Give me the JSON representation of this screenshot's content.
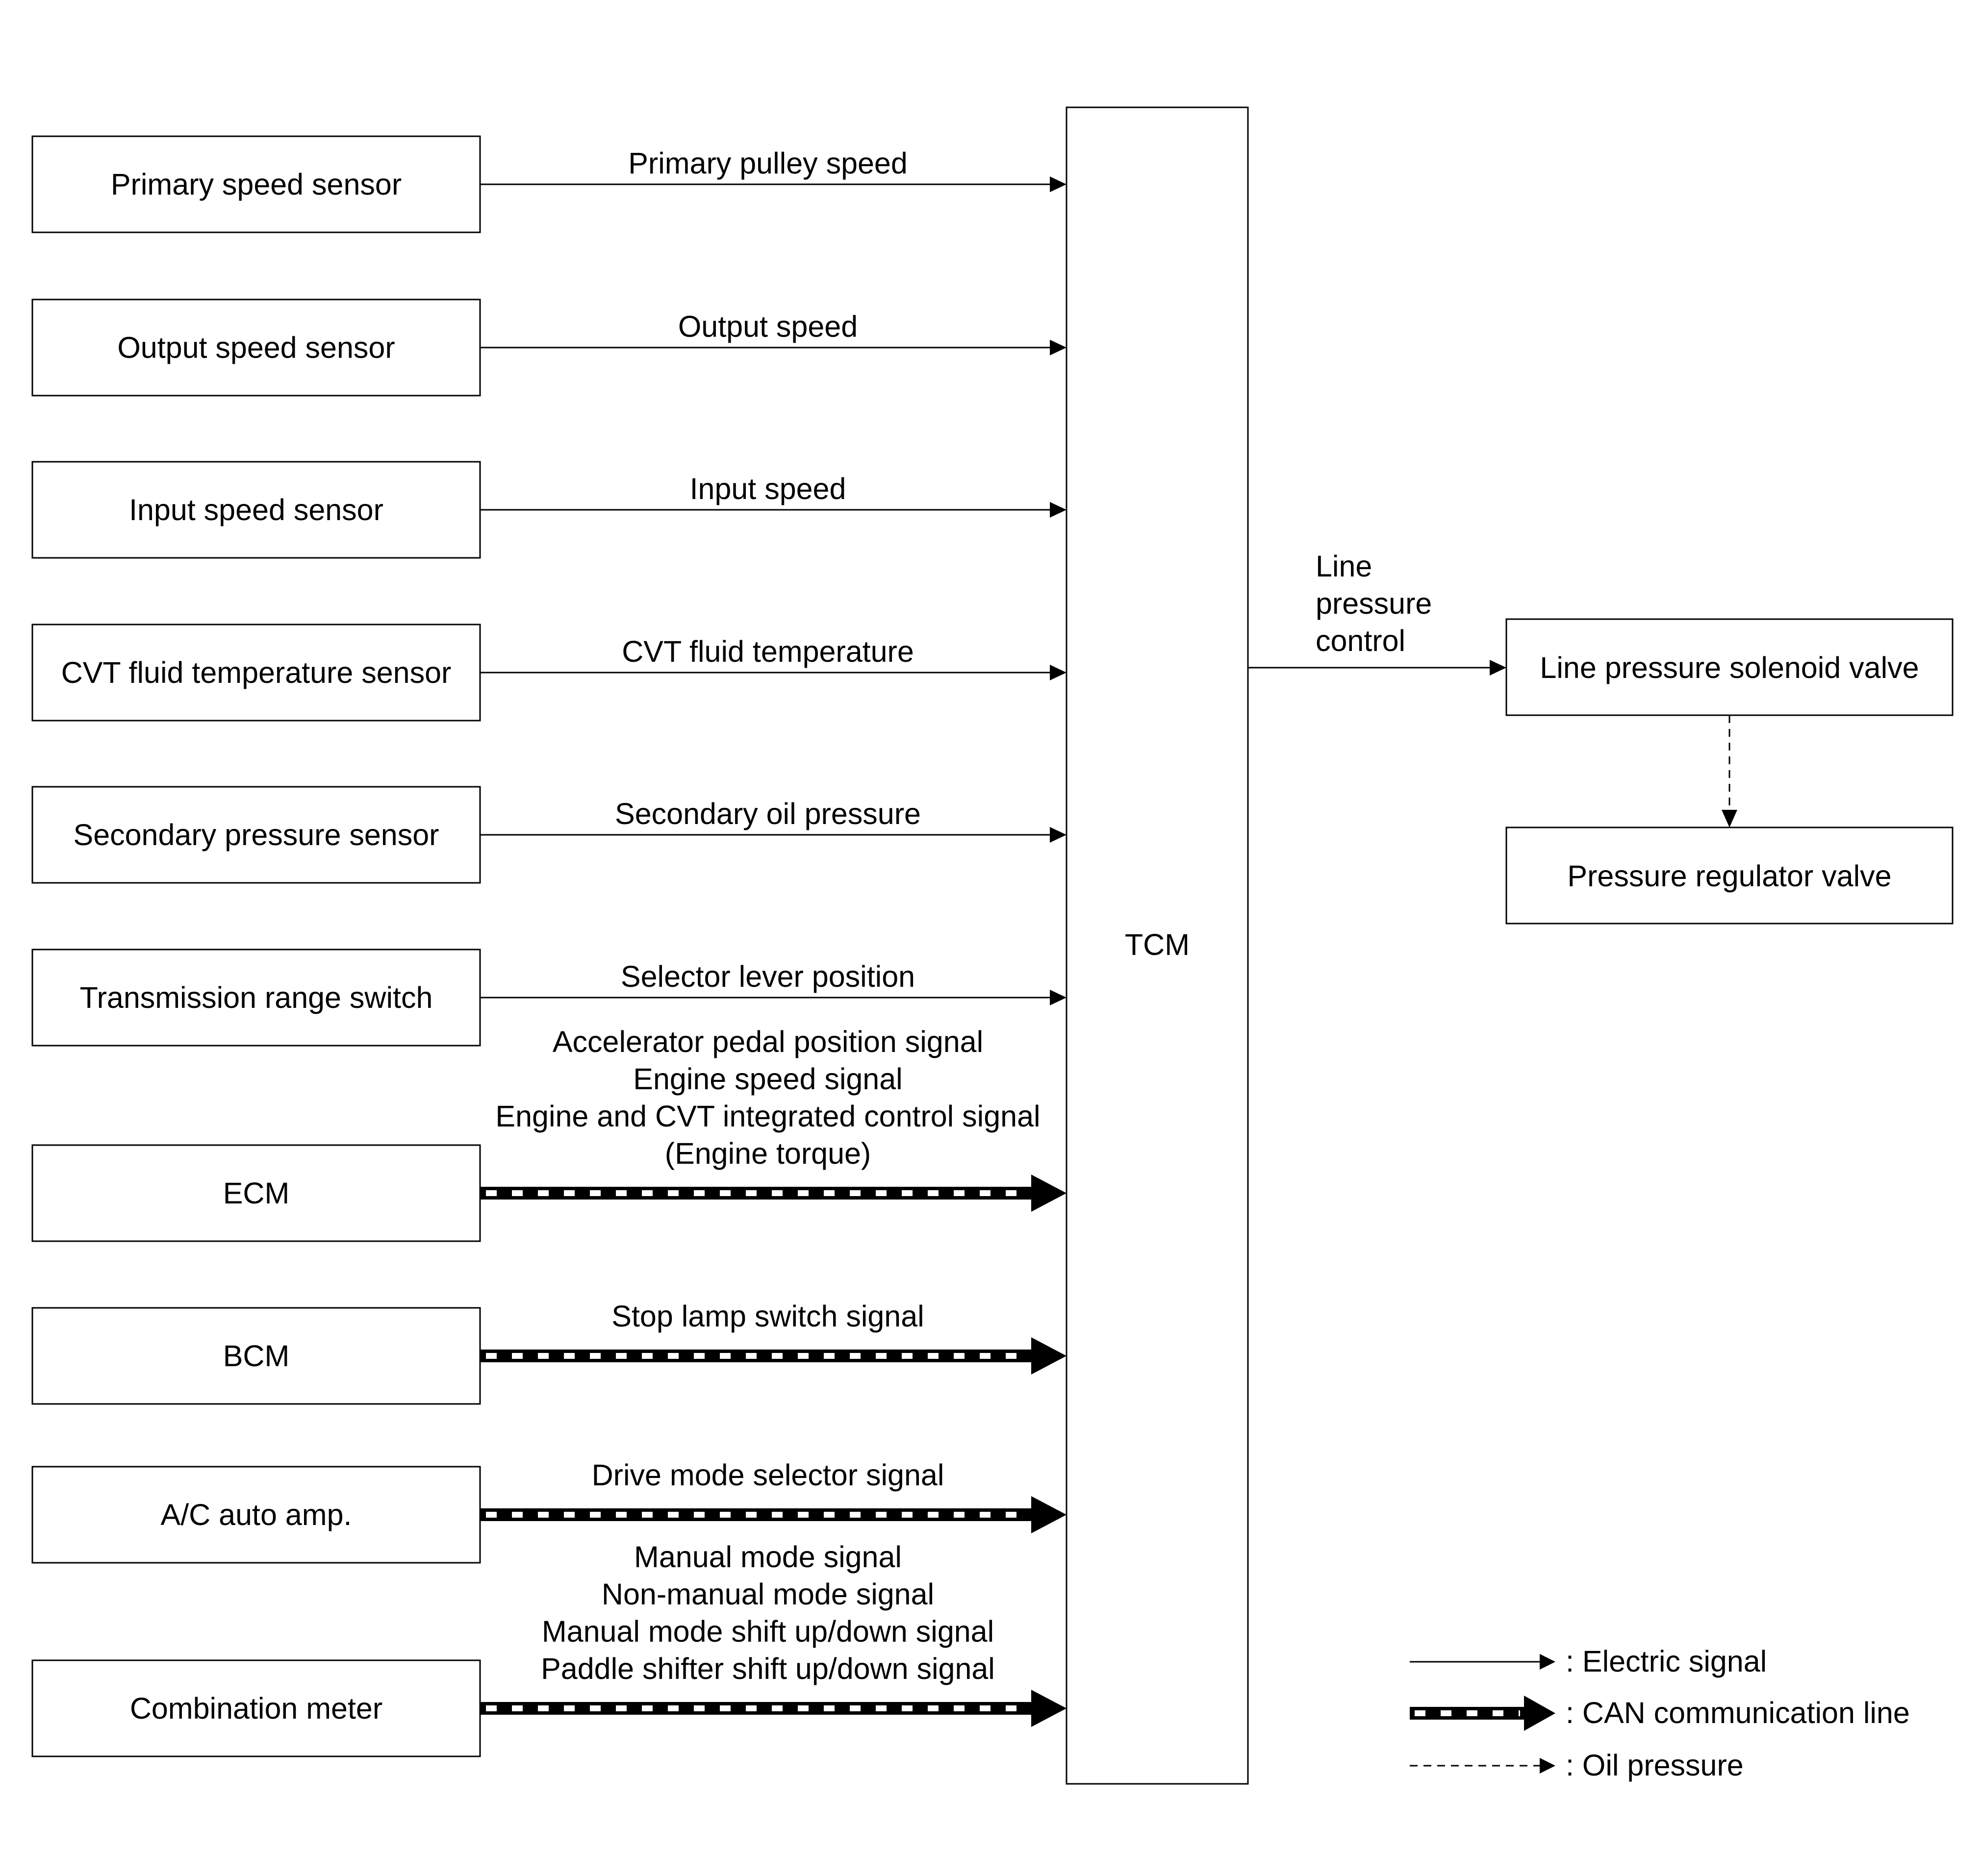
{
  "inputs": [
    {
      "id": "primary",
      "label": "Primary speed sensor",
      "signal": [
        "Primary pulley speed"
      ],
      "line": "electric"
    },
    {
      "id": "output",
      "label": "Output speed sensor",
      "signal": [
        "Output speed"
      ],
      "line": "electric"
    },
    {
      "id": "input",
      "label": "Input speed sensor",
      "signal": [
        "Input speed"
      ],
      "line": "electric"
    },
    {
      "id": "cvt-temp",
      "label": "CVT fluid temperature sensor",
      "signal": [
        "CVT fluid temperature"
      ],
      "line": "electric"
    },
    {
      "id": "sec-pressure",
      "label": "Secondary pressure sensor",
      "signal": [
        "Secondary oil pressure"
      ],
      "line": "electric"
    },
    {
      "id": "range-switch",
      "label": "Transmission range switch",
      "signal": [
        "Selector lever position"
      ],
      "line": "electric"
    },
    {
      "id": "ecm",
      "label": "ECM",
      "signal": [
        "Accelerator pedal position signal",
        "Engine speed signal",
        "Engine and CVT integrated control signal",
        "(Engine torque)"
      ],
      "line": "can"
    },
    {
      "id": "bcm",
      "label": "BCM",
      "signal": [
        "Stop lamp switch signal"
      ],
      "line": "can"
    },
    {
      "id": "ac-amp",
      "label": "A/C auto amp.",
      "signal": [
        "Drive mode selector signal"
      ],
      "line": "can"
    },
    {
      "id": "combi-meter",
      "label": "Combination meter",
      "signal": [
        "Manual mode signal",
        "Non-manual mode signal",
        "Manual mode shift up/down signal",
        "Paddle shifter shift up/down signal"
      ],
      "line": "can"
    }
  ],
  "controller": {
    "label": "TCM"
  },
  "output_signal": [
    "Line",
    "pressure",
    "control"
  ],
  "outputs": {
    "solenoid": "Line pressure solenoid valve",
    "regulator": "Pressure regulator valve"
  },
  "legend": [
    {
      "type": "electric",
      "label": ": Electric signal"
    },
    {
      "type": "can",
      "label": ": CAN communication line"
    },
    {
      "type": "oil",
      "label": ": Oil pressure"
    }
  ]
}
